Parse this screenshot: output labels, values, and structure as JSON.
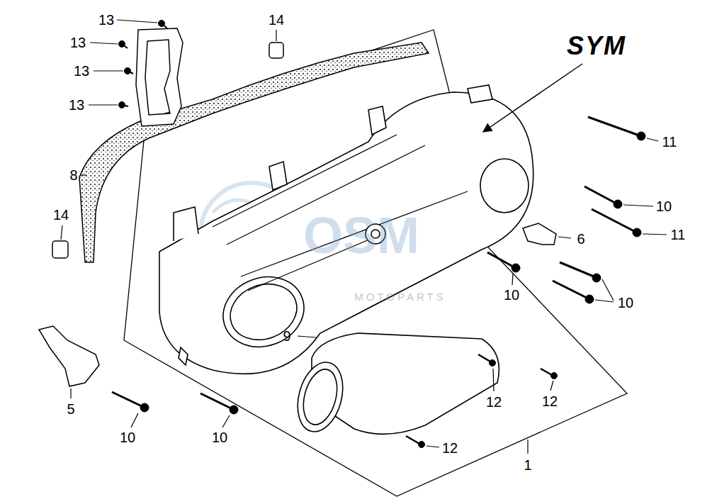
{
  "diagram": {
    "labels": [
      "13",
      "14",
      "13",
      "SYM",
      "13",
      "13",
      "11",
      "8",
      "10",
      "14",
      "11",
      "6",
      "OSM",
      "10",
      "MOTOPARTS",
      "10",
      "9",
      "12",
      "12",
      "5",
      "10",
      "10",
      "12",
      "1"
    ]
  }
}
